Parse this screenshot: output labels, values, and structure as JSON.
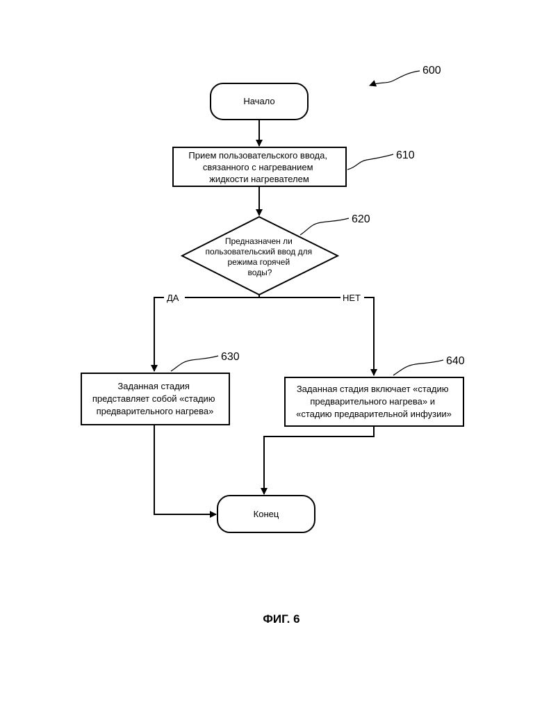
{
  "diagram": {
    "figure_ref": "600",
    "nodes": {
      "start": {
        "lines": [
          "Начало"
        ]
      },
      "s610": {
        "ref": "610",
        "lines": [
          "Прием пользовательского ввода,",
          "связанного с нагреванием",
          "жидкости нагревателем"
        ]
      },
      "d620": {
        "ref": "620",
        "lines": [
          "Предназначен ли",
          "пользовательский ввод для",
          "режима горячей",
          "воды?"
        ]
      },
      "s630": {
        "ref": "630",
        "lines": [
          "Заданная стадия",
          "представляет собой «стадию",
          "предварительного нагрева»"
        ]
      },
      "s640": {
        "ref": "640",
        "lines": [
          "Заданная стадия включает «стадию",
          "предварительного нагрева» и",
          "«стадию предварительной инфузии»"
        ]
      },
      "end": {
        "lines": [
          "Конец"
        ]
      }
    },
    "edges": {
      "yes_label": "ДА",
      "no_label": "НЕТ"
    },
    "caption": "ФИГ. 6"
  }
}
